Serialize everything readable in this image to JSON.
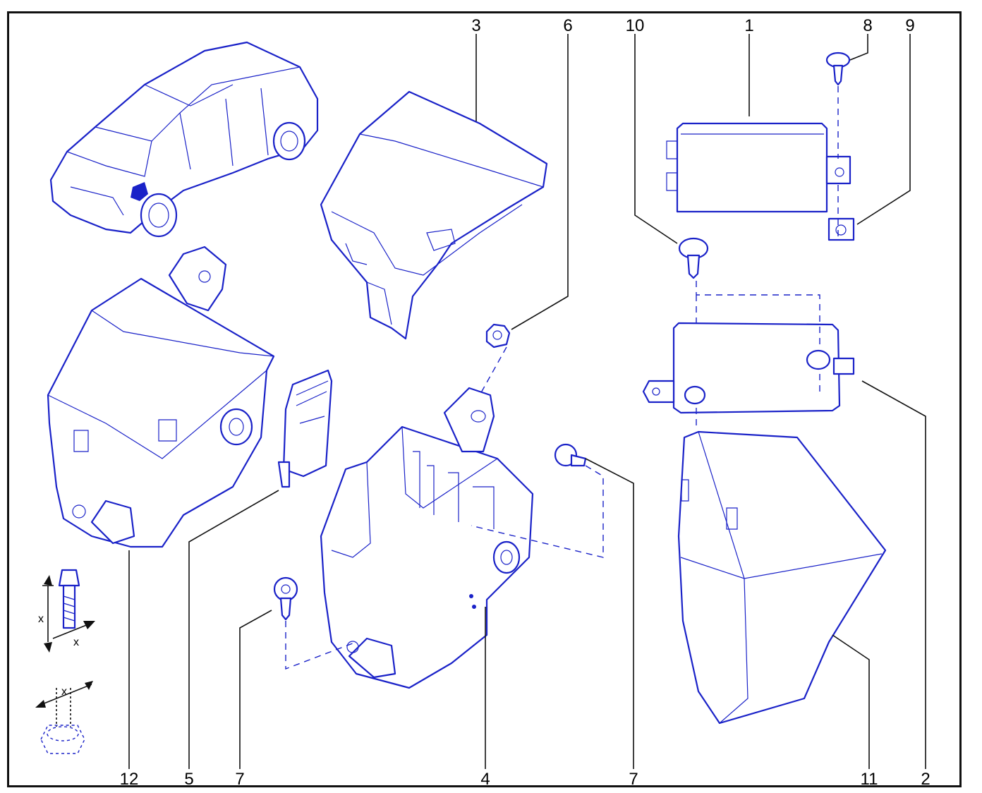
{
  "diagram": {
    "colors": {
      "line_art": "#1a22c8",
      "frame": "#111111",
      "label": "#000000"
    },
    "callouts": {
      "cover": "3",
      "nut": "6",
      "screw_top_left": "10",
      "module": "1",
      "screw_top_right": "8",
      "clip": "9",
      "bracket": "2",
      "fuse_box_assembly": "12",
      "connector": "5",
      "screw_bottom_left": "7",
      "housing": "4",
      "screw_bottom_right": "7",
      "shroud": "11"
    },
    "symbols": {
      "bolt_height": "x",
      "bolt_width": "x",
      "nut_width": "x"
    }
  }
}
